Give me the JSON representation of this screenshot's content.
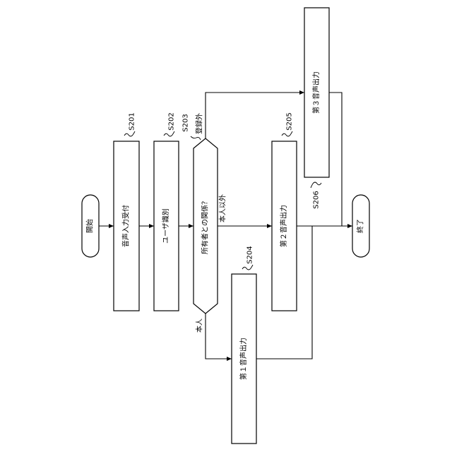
{
  "flowchart": {
    "start": "開始",
    "end": "終了",
    "s201": {
      "id": "S201",
      "label": "音声入力受付"
    },
    "s202": {
      "id": "S202",
      "label": "ユーザ識別"
    },
    "s203": {
      "id": "S203",
      "label": "所有者との関係？"
    },
    "s204": {
      "id": "S204",
      "label": "第１音声出力"
    },
    "s205": {
      "id": "S205",
      "label": "第２音声出力"
    },
    "s206": {
      "id": "S206",
      "label": "第３音声出力"
    },
    "branches": {
      "honnin": "本人",
      "honnin_igai": "本人以外",
      "tourokugai": "登録外"
    }
  }
}
